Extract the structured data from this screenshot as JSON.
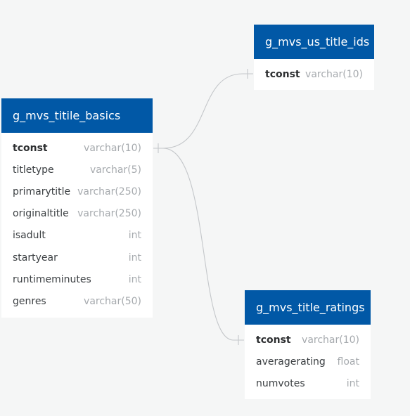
{
  "tables": {
    "basics": {
      "name": "g_mvs_titile_basics",
      "columns": [
        {
          "name": "tconst",
          "type": "varchar(10)"
        },
        {
          "name": "titletype",
          "type": "varchar(5)"
        },
        {
          "name": "primarytitle",
          "type": "varchar(250)"
        },
        {
          "name": "originaltitle",
          "type": "varchar(250)"
        },
        {
          "name": "isadult",
          "type": "int"
        },
        {
          "name": "startyear",
          "type": "int"
        },
        {
          "name": "runtimeminutes",
          "type": "int"
        },
        {
          "name": "genres",
          "type": "varchar(50)"
        }
      ]
    },
    "us_title_ids": {
      "name": "g_mvs_us_title_ids",
      "columns": [
        {
          "name": "tconst",
          "type": "varchar(10)"
        }
      ]
    },
    "ratings": {
      "name": "g_mvs_title_ratings",
      "columns": [
        {
          "name": "tconst",
          "type": "varchar(10)"
        },
        {
          "name": "averagerating",
          "type": "float"
        },
        {
          "name": "numvotes",
          "type": "int"
        }
      ]
    }
  },
  "relations": [
    {
      "from": "g_mvs_titile_basics.tconst",
      "to": "g_mvs_us_title_ids.tconst"
    },
    {
      "from": "g_mvs_titile_basics.tconst",
      "to": "g_mvs_title_ratings.tconst"
    }
  ],
  "colors": {
    "header_bg": "#0158a6",
    "header_text": "#ffffff",
    "canvas_bg": "#f5f6f6",
    "connector": "#c4c7ca",
    "type_text": "#a6aaae"
  }
}
